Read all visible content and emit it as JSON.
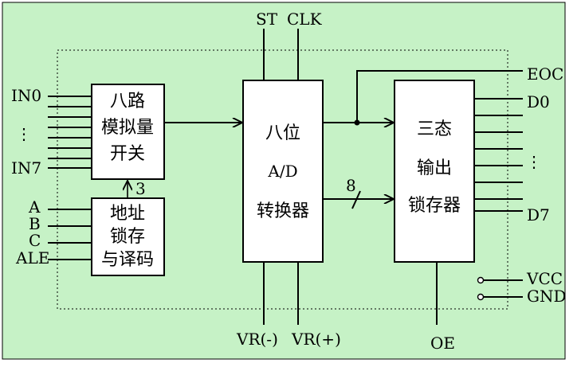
{
  "colors": {
    "background": "#c6f2c6",
    "line": "#000000",
    "block_fill": "#ffffff"
  },
  "blocks": {
    "mux": {
      "line1": "八路",
      "line2": "模拟量",
      "line3": "开关"
    },
    "addr": {
      "line1": "地址",
      "line2": "锁存",
      "line3": "与译码"
    },
    "adc": {
      "line1": "八位",
      "line2": "A/D",
      "line3": "转换器"
    },
    "latch": {
      "line1": "三态",
      "line2": "输出",
      "line3": "锁存器"
    }
  },
  "pins": {
    "in0": "IN0",
    "in7": "IN7",
    "in_dots": "⋮",
    "a": "A",
    "b": "B",
    "c": "C",
    "ale": "ALE",
    "st": "ST",
    "clk": "CLK",
    "eoc": "EOC",
    "d0": "D0",
    "d7": "D7",
    "d_dots": "⋮",
    "vcc": "VCC",
    "gnd": "GND",
    "vr_minus": "VR(-)",
    "vr_plus": "VR(+)",
    "oe": "OE"
  },
  "bus_labels": {
    "addr_to_mux": "3",
    "adc_to_latch": "8"
  }
}
